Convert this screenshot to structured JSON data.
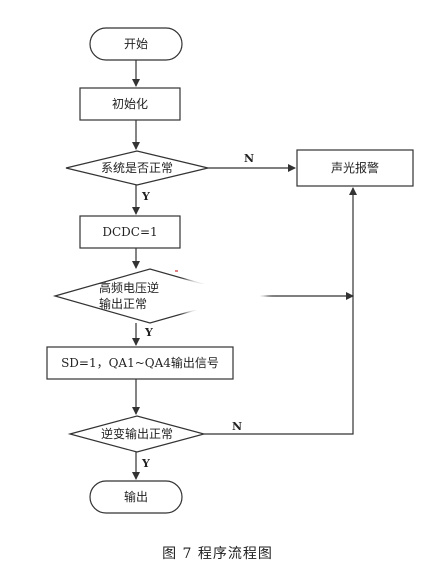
{
  "flowchart": {
    "start": "开始",
    "init": "初始化",
    "check_system": "系统是否正常",
    "alarm": "声光报警",
    "dcdc": "DCDC=1",
    "check_hv_line1": "高频电压逆",
    "check_hv_line2": "输出正常",
    "sd_output": "SD=1，QA1~QA4输出信号",
    "check_inverter": "逆变输出正常",
    "output": "输出",
    "label_n": "N",
    "label_y": "Y"
  },
  "caption": "图 7   程序流程图",
  "colors": {
    "stroke": "#333333",
    "background": "#ffffff",
    "text": "#222222"
  }
}
